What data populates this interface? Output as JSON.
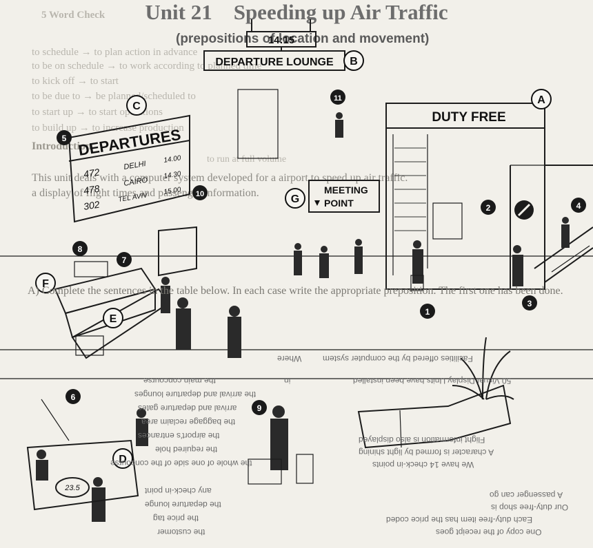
{
  "unit": "Unit 21",
  "title": "Speeding up Air Traffic",
  "subtitle": "(prepositions of location and movement)",
  "ghost_lines": [
    "5 Word Check",
    "to schedule → to plan action in advance",
    "to be on schedule → to work according to planned time",
    "to kick off → to start",
    "to be due to → be planned/scheduled to",
    "to start up → to start operations",
    "to build up → to increase production",
    "to run at full volume",
    "Introduction",
    "This unit deals with a computer system developed for a airport to speed up air traffic.",
    "a display of flight times and passenger information."
  ],
  "illustration": {
    "clock": "14:15",
    "departure_lounge": "DEPARTURE LOUNGE",
    "duty_free": "DUTY FREE",
    "departures": "DEPARTURES",
    "meeting_point_1": "MEETING",
    "meeting_point_2": "POINT",
    "flights": [
      {
        "no": "472",
        "dest": "DELHI",
        "time": "14.00"
      },
      {
        "no": "478",
        "dest": "CAIRO",
        "time": "14.30"
      },
      {
        "no": "302",
        "dest": "TEL AVIV",
        "time": "15.00"
      }
    ],
    "scale_readout": "23.5",
    "letters": [
      "A",
      "B",
      "C",
      "D",
      "E",
      "F",
      "G"
    ],
    "numbers": [
      "1",
      "2",
      "3",
      "4",
      "5",
      "6",
      "7",
      "8",
      "9",
      "10",
      "11"
    ]
  },
  "exercise": {
    "instruction": "A) Complete the sentences in the table below. In each case write the appropriate preposition. The first one has been done.",
    "column_headers": [
      "Facilities offered by the computer system",
      "Where"
    ],
    "first_row": {
      "text": "50 Visual Display Units have been installed",
      "answer": "in"
    },
    "sentences": [
      "Flight information is also displayed",
      "A character is formed by light shining",
      "We have 14 check-in points",
      "A passenger can go",
      "Our duty-free shop is",
      "Each duty-free item has the price coded",
      "One copy of the receipt goes"
    ],
    "locations": [
      "the main concourse",
      "the arrival and departure lounges",
      "arrival and departure gates",
      "the baggage reclaim area",
      "the airport's entrances",
      "the required hole",
      "the whole of one side of the concourse",
      "any check-in point",
      "the departure lounge",
      "the price tag",
      "the customer"
    ]
  }
}
